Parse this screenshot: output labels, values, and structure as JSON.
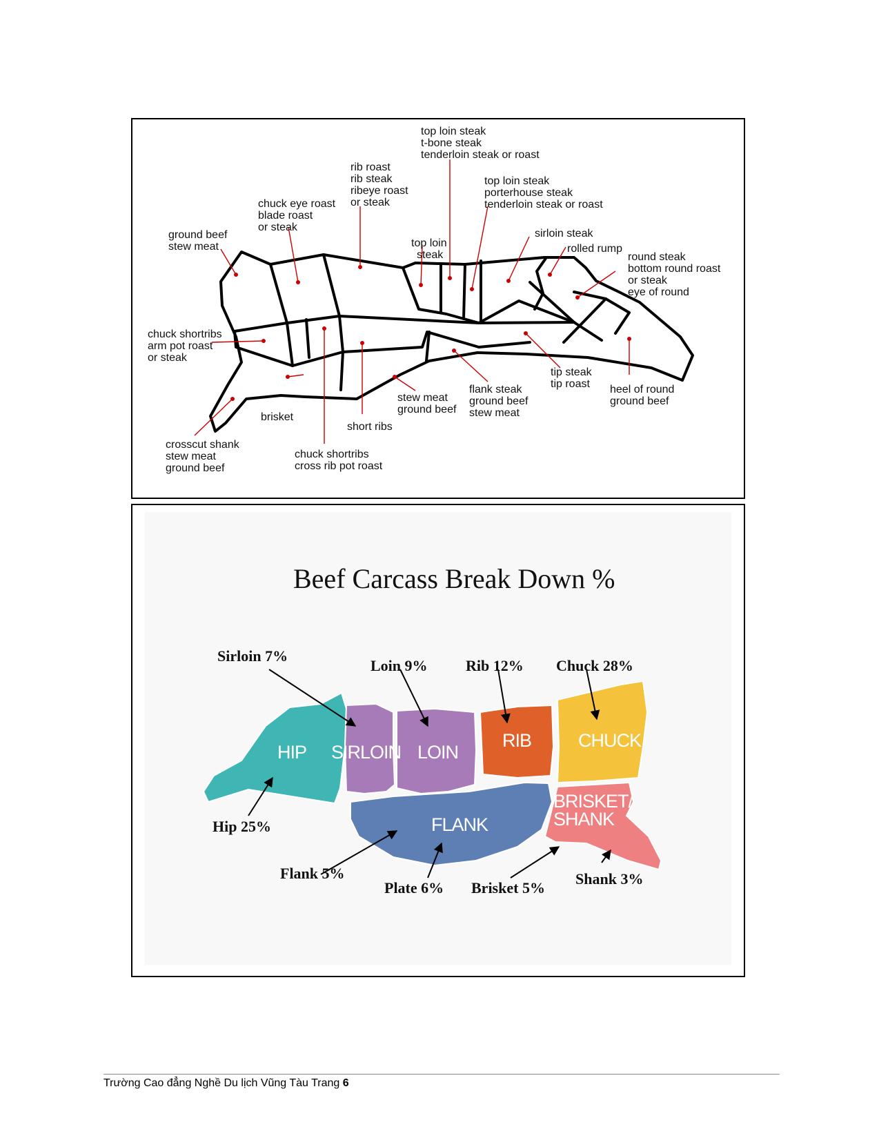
{
  "diagram1": {
    "labels": [
      {
        "id": "ground-beef-neck",
        "lines": [
          "ground beef",
          "stew meat"
        ]
      },
      {
        "id": "chuck-eye",
        "lines": [
          "chuck eye roast",
          "blade roast",
          "or steak"
        ]
      },
      {
        "id": "rib-roast",
        "lines": [
          "rib roast",
          "rib steak",
          "ribeye roast",
          "or steak"
        ]
      },
      {
        "id": "top-loin-tbone",
        "lines": [
          "top loin steak",
          "t-bone steak",
          "tenderloin steak or roast"
        ]
      },
      {
        "id": "top-loin-porterhouse",
        "lines": [
          "top loin steak",
          "porterhouse steak",
          "tenderloin steak or roast"
        ]
      },
      {
        "id": "top-loin",
        "lines": [
          "top loin",
          "steak"
        ]
      },
      {
        "id": "sirloin-steak",
        "lines": [
          "sirloin steak"
        ]
      },
      {
        "id": "rolled-rump",
        "lines": [
          "rolled rump"
        ]
      },
      {
        "id": "round-steak",
        "lines": [
          "round steak",
          "bottom round roast",
          "or steak",
          "eye of round"
        ]
      },
      {
        "id": "chuck-shortribs-arm",
        "lines": [
          "chuck shortribs",
          "arm pot roast",
          "or steak"
        ]
      },
      {
        "id": "tip-steak",
        "lines": [
          "tip steak",
          "tip roast"
        ]
      },
      {
        "id": "flank-steak",
        "lines": [
          "flank steak",
          "ground beef",
          "stew meat"
        ]
      },
      {
        "id": "stew-meat",
        "lines": [
          "stew meat",
          "ground beef"
        ]
      },
      {
        "id": "heel-of-round",
        "lines": [
          "heel of round",
          "ground beef"
        ]
      },
      {
        "id": "brisket",
        "lines": [
          "brisket"
        ]
      },
      {
        "id": "short-ribs",
        "lines": [
          "short ribs"
        ]
      },
      {
        "id": "crosscut-shank",
        "lines": [
          "crosscut shank",
          "stew meat",
          "ground beef"
        ]
      },
      {
        "id": "chuck-shortribs-cross",
        "lines": [
          "chuck shortribs",
          "cross rib pot roast"
        ]
      }
    ]
  },
  "diagram2": {
    "title": "Beef Carcass Break Down %",
    "segments": {
      "hip": "HIP",
      "sirloin": "SIRLOIN",
      "loin": "LOIN",
      "rib": "RIB",
      "chuck": "CHUCK",
      "flank": "FLANK",
      "brisket_shank_1": "BRISKET/",
      "brisket_shank_2": "SHANK"
    },
    "percentages": {
      "sirloin": "Sirloin 7%",
      "loin": "Loin 9%",
      "rib": "Rib 12%",
      "chuck": "Chuck 28%",
      "hip": "Hip 25%",
      "flank": "Flank 5%",
      "plate": "Plate 6%",
      "brisket": "Brisket 5%",
      "shank": "Shank 3%"
    },
    "colors": {
      "hip": "#3fb6b4",
      "sirloin": "#a67bb7",
      "loin": "#a67bb7",
      "rib": "#e0602a",
      "chuck": "#f5c23c",
      "flank": "#5d7fb3",
      "brisket": "#ee8082"
    }
  },
  "footer": {
    "text": "Trường Cao đẳng Nghề Du lịch Vũng Tàu Trang ",
    "page": "6"
  }
}
